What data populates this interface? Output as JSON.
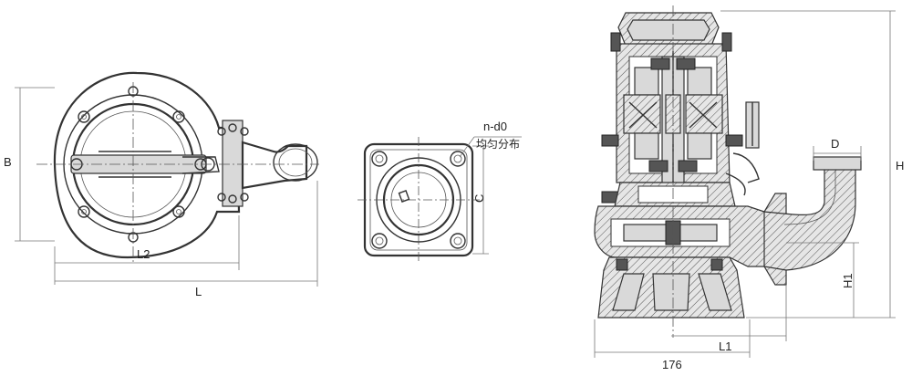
{
  "labels": {
    "B": "B",
    "L2": "L2",
    "L": "L",
    "n_d0": "n-d0",
    "uniform": "均匀分布",
    "C": "C",
    "D": "D",
    "H": "H",
    "H1": "H1",
    "L1": "L1",
    "dim176": "176"
  },
  "colors": {
    "line": "#333333",
    "fill": "#d9d9d9",
    "background": "#ffffff"
  }
}
